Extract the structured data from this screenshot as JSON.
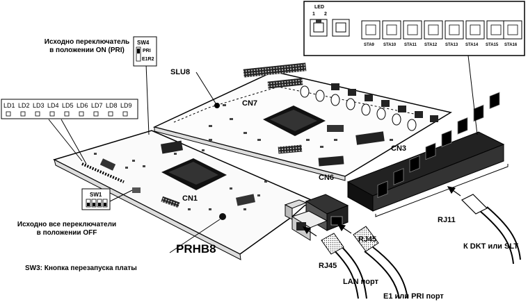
{
  "notes": {
    "sw4_on_line1": "Исходно переключатель",
    "sw4_on_line2": "в положении ON (PRI)",
    "sw1_off_line1": "Исходно все переключатели",
    "sw1_off_line2": "в положении OFF",
    "sw3": "SW3: Кнопка перезапуска платы"
  },
  "sw4": {
    "title": "SW4",
    "pri": "PRI",
    "e1r2": "E1R2"
  },
  "sw1": {
    "title": "SW1"
  },
  "leds": [
    "LD1",
    "LD2",
    "LD3",
    "LD4",
    "LD5",
    "LD6",
    "LD7",
    "LD8",
    "LD9"
  ],
  "board": {
    "slu8": "SLU8",
    "prhb8": "PRHB8",
    "cn1": "CN1",
    "cn3": "CN3",
    "cn6": "CN6",
    "cn7": "CN7"
  },
  "front_panel": {
    "led_title": "LED",
    "led_pin_1": "1",
    "led_pin_2": "2",
    "stations": [
      "STA9",
      "STA10",
      "STA11",
      "STA12",
      "STA13",
      "STA14",
      "STA15",
      "STA16"
    ]
  },
  "cables": {
    "rj45_upper": "RJ45",
    "rj45_lower": "RJ45",
    "rj11": "RJ11",
    "lan_port": "LAN порт",
    "e1_pri_port": "E1 или PRI порт",
    "dkt_slt": "К DKT или SLT"
  }
}
